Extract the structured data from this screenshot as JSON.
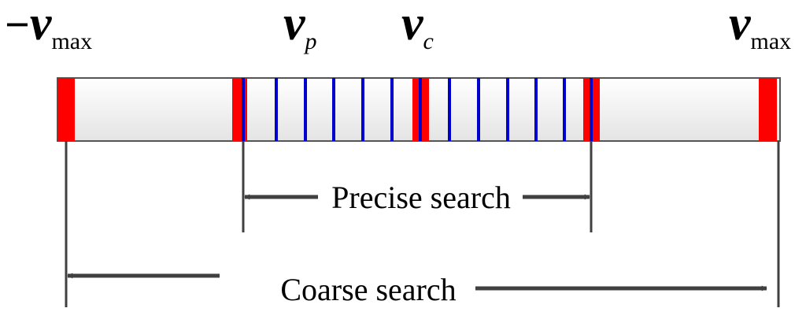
{
  "labels": {
    "neg_vmax": {
      "sign": "−",
      "symbol": "v",
      "sub": "max"
    },
    "vp": {
      "symbol": "v",
      "sub": "p"
    },
    "vc": {
      "symbol": "v",
      "sub": "c"
    },
    "vmax": {
      "symbol": "v",
      "sub": "max"
    }
  },
  "precise_search": "Precise search",
  "coarse_search": "Coarse search",
  "colors": {
    "coarse_marker": "#ff0000",
    "precise_marker": "#0000cc",
    "bar_outline": "#555555",
    "bar_fill_top": "#ffffff",
    "bar_fill_bottom": "#e4e4e4",
    "lines": "#404040"
  },
  "coarse_marker_count": 5,
  "precise_marker_count": 13
}
